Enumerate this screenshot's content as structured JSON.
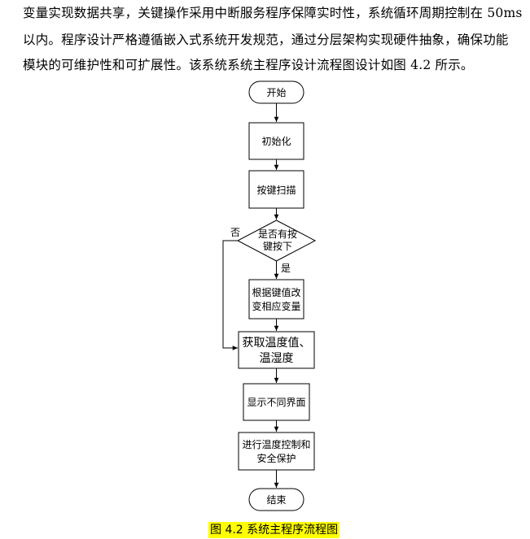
{
  "paragraph": {
    "line1": "变量实现数据共享，关键操作采用中断服务程序保障实时性，系统循环周期控制在 50ms",
    "line2": "以内。程序设计严格遵循嵌入式系统开发规范，通过分层架构实现硬件抽象，确保功能",
    "line3": "模块的可维护性和可扩展性。该系统系统主程序设计流程图设计如图 4.2 所示。"
  },
  "flowchart": {
    "start": "开始",
    "init": "初始化",
    "scan": "按键扫描",
    "decision_line1": "是否有按",
    "decision_line2": "键按下",
    "yes": "是",
    "no": "否",
    "update_line1": "根据键值改",
    "update_line2": "变相应变量",
    "read_line1": "获取温度值、",
    "read_line2": "温湿度",
    "display": "显示不同界面",
    "control_line1": "进行温度控制和",
    "control_line2": "安全保护",
    "end": "结束"
  },
  "caption": "图 4.2 系统主程序流程图",
  "colors": {
    "caption_highlight": "#ffff00"
  }
}
